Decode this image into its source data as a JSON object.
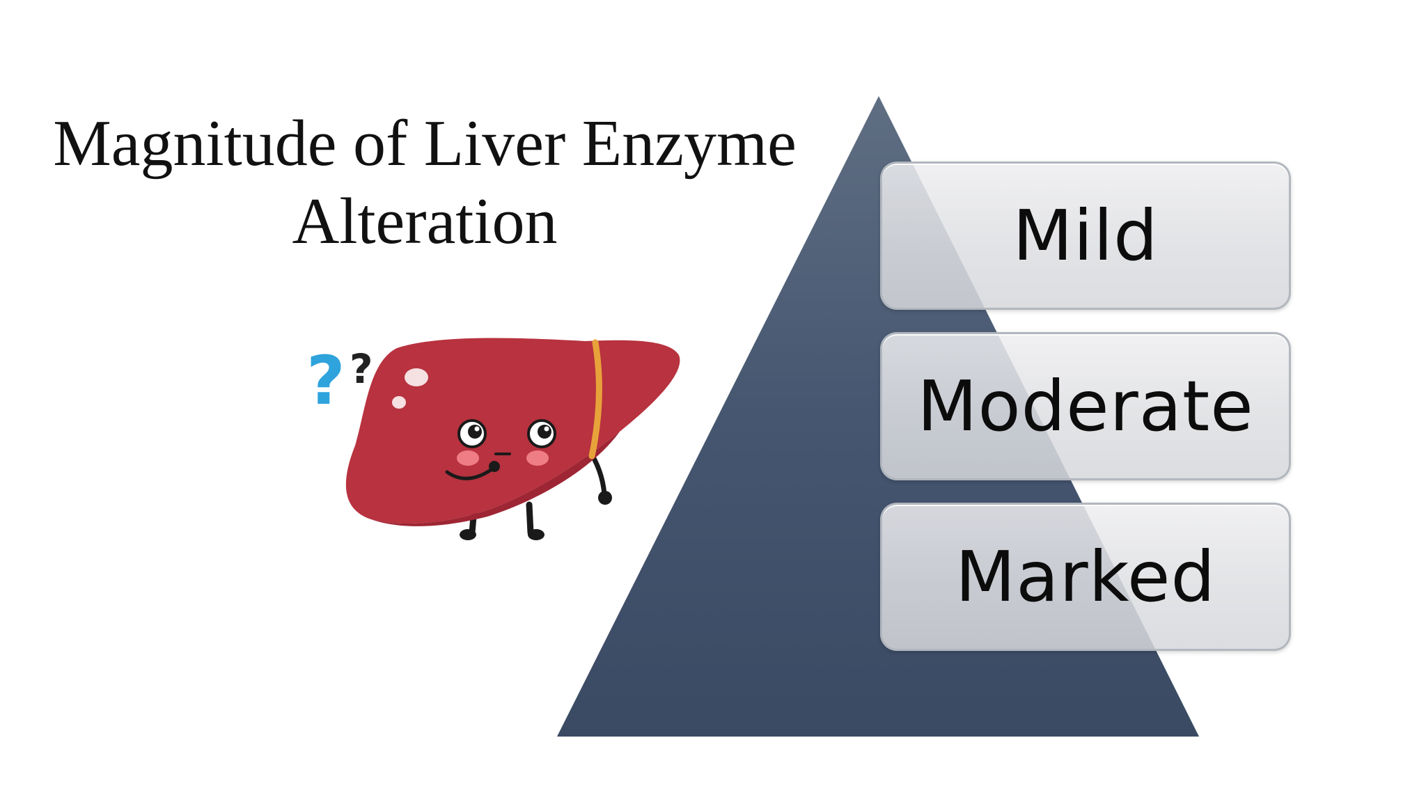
{
  "slide": {
    "title_line1": "Magnitude of Liver Enzyme",
    "title_line2": "Alteration"
  },
  "levels": [
    {
      "label": "Mild"
    },
    {
      "label": "Moderate"
    },
    {
      "label": "Marked"
    }
  ],
  "illustration": {
    "icon": "liver-mascot-icon",
    "question_marks": [
      "?",
      "?"
    ]
  },
  "colors": {
    "pyramid_top": "#5c6b80",
    "pyramid_bottom": "#3a4962",
    "liver_body": "#b8323f",
    "liver_ligament": "#e8a23a",
    "question_blue": "#2ea3dc",
    "question_dark": "#222222"
  }
}
